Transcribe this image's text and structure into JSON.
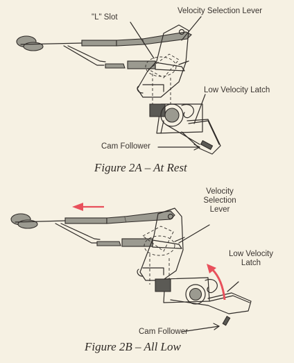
{
  "figure_a": {
    "labels": {
      "l_slot": "\"L\" Slot",
      "velocity_selection_lever": "Velocity Selection Lever",
      "low_velocity_latch": "Low Velocity Latch",
      "cam_follower": "Cam Follower"
    },
    "caption": "Figure 2A – At Rest"
  },
  "figure_b": {
    "labels": {
      "velocity_selection_lever": "Velocity Selection Lever",
      "low_velocity_latch": "Low Velocity Latch",
      "cam_follower": "Cam Follower"
    },
    "caption": "Figure 2B – All Low",
    "arrow_color": "#e8505b"
  }
}
